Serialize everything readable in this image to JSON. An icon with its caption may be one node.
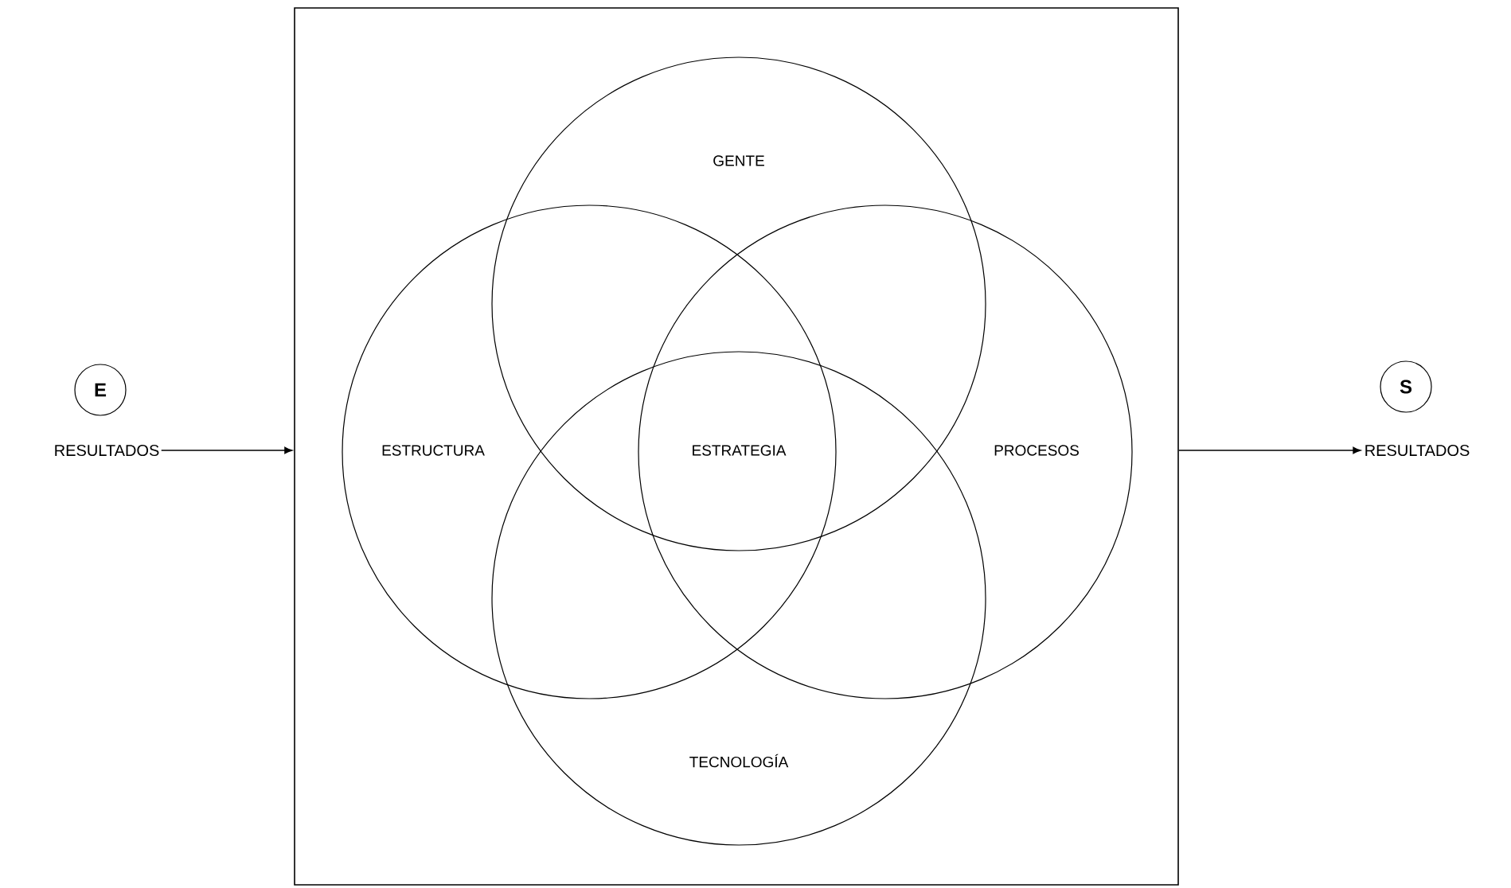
{
  "diagram": {
    "nodes": [
      {
        "text": [],
        "shape": "box"
      },
      {
        "text": [
          "GENTE"
        ],
        "in": 0
      },
      {
        "text": [
          "ESTRUCTURA"
        ],
        "in": 0
      },
      {
        "text": [
          "PROCESOS"
        ],
        "in": 0
      },
      {
        "text": [
          "TECNOLOGÍA"
        ],
        "in": 0
      },
      {
        "text": [
          "E"
        ]
      },
      {
        "text": [
          "RESULTADOS"
        ]
      },
      {
        "text": [
          "S"
        ]
      },
      {
        "text": [
          "RESULTADOS"
        ]
      }
    ],
    "edges": [
      {
        "from": 6,
        "to": 0,
        "arrow": "to"
      },
      {
        "from": 0,
        "to": 8,
        "arrow": "to"
      }
    ],
    "labels": [
      "ESTRATEGIA"
    ]
  }
}
